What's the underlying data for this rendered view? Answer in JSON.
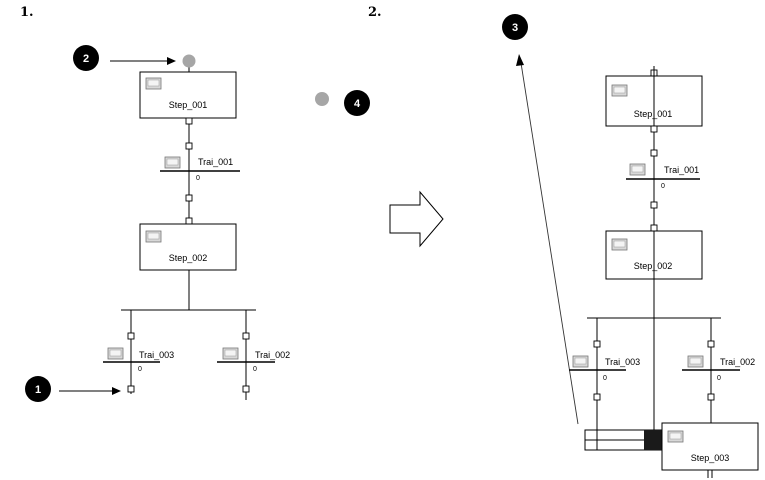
{
  "panels": {
    "left_label": "1.",
    "right_label": "2."
  },
  "left": {
    "steps": [
      {
        "label": "Step_001"
      },
      {
        "label": "Step_002"
      }
    ],
    "transitions": [
      {
        "label": "Trai_001",
        "condition": "0"
      },
      {
        "label": "Trai_003",
        "condition": "0"
      },
      {
        "label": "Trai_002",
        "condition": "0"
      }
    ]
  },
  "right": {
    "steps": [
      {
        "label": "Step_001"
      },
      {
        "label": "Step_002"
      },
      {
        "label": "Step_003"
      }
    ],
    "transitions": [
      {
        "label": "Trai_001",
        "condition": "0"
      },
      {
        "label": "Trai_003",
        "condition": "0"
      },
      {
        "label": "Trai_002",
        "condition": "0"
      }
    ]
  },
  "callouts": [
    {
      "number": "1"
    },
    {
      "number": "2"
    },
    {
      "number": "3"
    },
    {
      "number": "4"
    }
  ],
  "button_glyph": "...",
  "colors": {
    "line": "#000000",
    "badge": "#000000",
    "grey_dot": "#a6a6a6",
    "button_face": "#d8d8d8"
  }
}
